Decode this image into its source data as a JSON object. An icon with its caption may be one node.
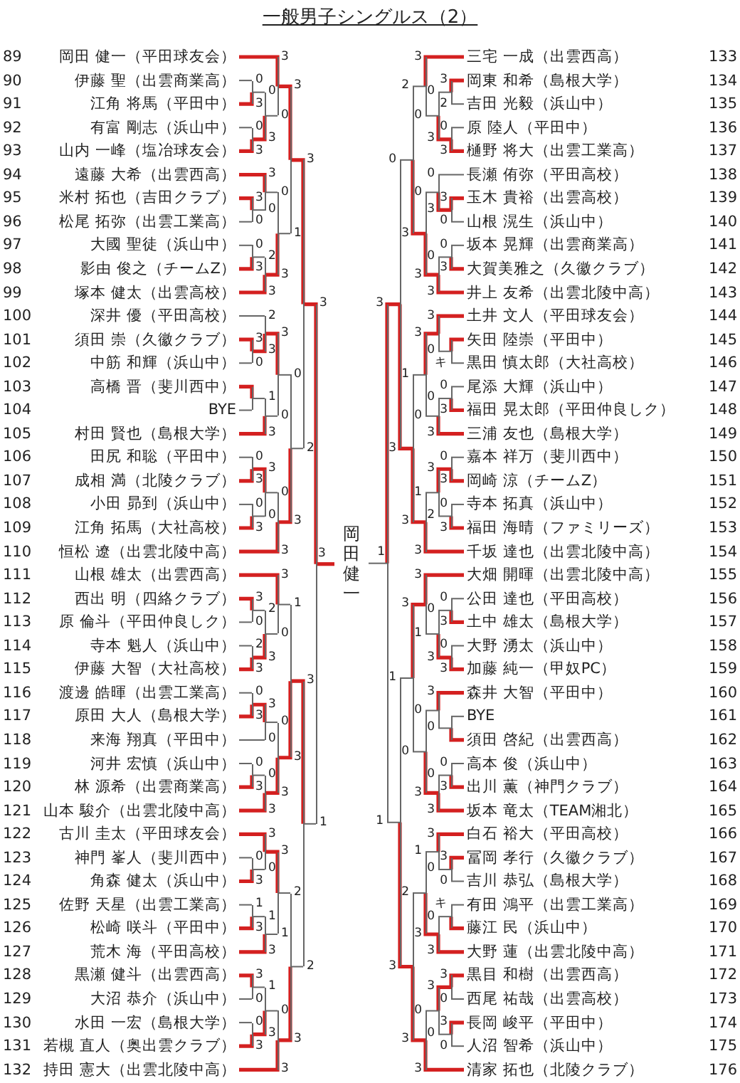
{
  "diagram": {
    "title": "一般男子シングルス（2）",
    "nodes": [
      {
        "text": [
          "89",
          "岡田 健一（平田球友会）"
        ]
      },
      {
        "text": [
          "90",
          "伊藤 聖（出雲商業高）"
        ]
      },
      {
        "text": [
          "91",
          "江角 将馬（平田中）"
        ]
      },
      {
        "text": [
          "92",
          "有富 剛志（浜山中）"
        ]
      },
      {
        "text": [
          "93",
          "山内 一峰（塩冶球友会）"
        ]
      },
      {
        "text": [
          "94",
          "遠藤 大希（出雲西高）"
        ]
      },
      {
        "text": [
          "95",
          "米村 拓也（吉田クラブ）"
        ]
      },
      {
        "text": [
          "96",
          "松尾 拓弥（出雲工業高）"
        ]
      },
      {
        "text": [
          "97",
          "大國 聖徒（浜山中）"
        ]
      },
      {
        "text": [
          "98",
          "影由 俊之（チームZ）"
        ]
      },
      {
        "text": [
          "99",
          "塚本 健太（出雲高校）"
        ]
      },
      {
        "text": [
          "100",
          "深井 優（平田高校）"
        ]
      },
      {
        "text": [
          "101",
          "須田 崇（久徽クラブ）"
        ]
      },
      {
        "text": [
          "102",
          "中筋 和輝（浜山中）"
        ]
      },
      {
        "text": [
          "103",
          "高橋 晋（斐川西中）"
        ]
      },
      {
        "text": [
          "104",
          "BYE"
        ]
      },
      {
        "text": [
          "105",
          "村田 賢也（島根大学）"
        ]
      },
      {
        "text": [
          "106",
          "田尻 和聡（平田中）"
        ]
      },
      {
        "text": [
          "107",
          "成相 満（北陵クラブ）"
        ]
      },
      {
        "text": [
          "108",
          "小田 昴到（浜山中）"
        ]
      },
      {
        "text": [
          "109",
          "江角 拓馬（大社高校）"
        ]
      },
      {
        "text": [
          "110",
          "恒松 遼（出雲北陵中高）"
        ]
      },
      {
        "text": [
          "111",
          "山根 雄太（出雲西高）"
        ]
      },
      {
        "text": [
          "112",
          "西出 明（四絡クラブ）"
        ]
      },
      {
        "text": [
          "113",
          "原 倫斗（平田仲良しク）"
        ]
      },
      {
        "text": [
          "114",
          "寺本 魁人（浜山中）"
        ]
      },
      {
        "text": [
          "115",
          "伊藤 大智（大社高校）"
        ]
      },
      {
        "text": [
          "116",
          "渡邊 皓暉（出雲工業高）"
        ]
      },
      {
        "text": [
          "117",
          "原田 大人（島根大学）"
        ]
      },
      {
        "text": [
          "118",
          "来海 翔真（平田中）"
        ]
      },
      {
        "text": [
          "119",
          "河井 宏慎（浜山中）"
        ]
      },
      {
        "text": [
          "120",
          "林 源希（出雲商業高）"
        ]
      },
      {
        "text": [
          "121",
          "山本 駿介（出雲北陵中高）"
        ]
      },
      {
        "text": [
          "122",
          "古川 圭太（平田球友会）"
        ]
      },
      {
        "text": [
          "123",
          "神門 峯人（斐川西中）"
        ]
      },
      {
        "text": [
          "124",
          "角森 健太（浜山中）"
        ]
      },
      {
        "text": [
          "125",
          "佐野 天星（出雲工業高）"
        ]
      },
      {
        "text": [
          "126",
          "松崎 咲斗（平田中）"
        ]
      },
      {
        "text": [
          "127",
          "荒木 海（平田高校）"
        ]
      },
      {
        "text": [
          "128",
          "黒瀬 健斗（出雲西高）"
        ]
      },
      {
        "text": [
          "129",
          "大沼 恭介（浜山中）"
        ]
      },
      {
        "text": [
          "130",
          "水田 一宏（島根大学）"
        ]
      },
      {
        "text": [
          "131",
          "若槻 直人（奥出雲クラブ）"
        ]
      },
      {
        "text": [
          "132",
          "持田 憲大（出雲北陵中高）"
        ]
      },
      {
        "text": [
          "三宅 一成（出雲西高）",
          "133"
        ]
      },
      {
        "text": [
          "岡東 和希（島根大学）",
          "134"
        ]
      },
      {
        "text": [
          "吉田 光毅（浜山中）",
          "135"
        ]
      },
      {
        "text": [
          "原 陸人（平田中）",
          "136"
        ]
      },
      {
        "text": [
          "樋野 将大（出雲工業高）",
          "137"
        ]
      },
      {
        "text": [
          "長瀬 侑弥（平田高校）",
          "138"
        ]
      },
      {
        "text": [
          "玉木 貴裕（出雲高校）",
          "139"
        ]
      },
      {
        "text": [
          "山根 滉生（浜山中）",
          "140"
        ]
      },
      {
        "text": [
          "坂本 晃輝（出雲商業高）",
          "141"
        ]
      },
      {
        "text": [
          "大賀美雅之（久徽クラブ）",
          "142"
        ]
      },
      {
        "text": [
          "井上 友希（出雲北陵中高）",
          "143"
        ]
      },
      {
        "text": [
          "土井 文人（平田球友会）",
          "144"
        ]
      },
      {
        "text": [
          "矢田 陸崇（平田中）",
          "145"
        ]
      },
      {
        "text": [
          "黒田 慎太郎（大社高校）",
          "146"
        ]
      },
      {
        "text": [
          "尾添 大輝（浜山中）",
          "147"
        ]
      },
      {
        "text": [
          "福田 晃太郎（平田仲良しク）",
          "148"
        ]
      },
      {
        "text": [
          "三浦 友也（島根大学）",
          "149"
        ]
      },
      {
        "text": [
          "嘉本 祥万（斐川西中）",
          "150"
        ]
      },
      {
        "text": [
          "岡崎 涼（チームZ）",
          "151"
        ]
      },
      {
        "text": [
          "寺本 拓真（浜山中）",
          "152"
        ]
      },
      {
        "text": [
          "福田 海晴（ファミリーズ）",
          "153"
        ]
      },
      {
        "text": [
          "千坂 達也（出雲北陵中高）",
          "154"
        ]
      },
      {
        "text": [
          "大畑 開暉（出雲北陵中高）",
          "155"
        ]
      },
      {
        "text": [
          "公田 達也（平田高校）",
          "156"
        ]
      },
      {
        "text": [
          "土中 雄太（島根大学）",
          "157"
        ]
      },
      {
        "text": [
          "大野 湧太（浜山中）",
          "158"
        ]
      },
      {
        "text": [
          "加藤 純一（甲奴PC）",
          "159"
        ]
      },
      {
        "text": [
          "森井 大智（平田中）",
          "160"
        ]
      },
      {
        "text": [
          "BYE",
          "161"
        ]
      },
      {
        "text": [
          "須田 啓紀（出雲西高）",
          "162"
        ]
      },
      {
        "text": [
          "高本 俊（浜山中）",
          "163"
        ]
      },
      {
        "text": [
          "出川 薫（神門クラブ）",
          "164"
        ]
      },
      {
        "text": [
          "坂本 竜太（TEAM湘北）",
          "165"
        ]
      },
      {
        "text": [
          "白石 裕大（平田高校）",
          "166"
        ]
      },
      {
        "text": [
          "冨岡 孝行（久徽クラブ）",
          "167"
        ]
      },
      {
        "text": [
          "吉川 恭弘（島根大学）",
          "168"
        ]
      },
      {
        "text": [
          "有田 鴻平（出雲工業高）",
          "169"
        ]
      },
      {
        "text": [
          "藤江 民（浜山中）",
          "170"
        ]
      },
      {
        "text": [
          "大野 蓮（出雲北陵中高）",
          "171"
        ]
      },
      {
        "text": [
          "黒目 和樹（出雲西高）",
          "172"
        ]
      },
      {
        "text": [
          "西尾 祐哉（出雲高校）",
          "173"
        ]
      },
      {
        "text": [
          "長岡 峻平（平田中）",
          "174"
        ]
      },
      {
        "text": [
          "人沼 智希（浜山中）",
          "175"
        ]
      },
      {
        "text": [
          "清家 拓也（北陵クラブ）",
          "176"
        ]
      },
      {
        "text": [
          "岡田健一"
        ]
      },
      {
        "text": [],
        "shape": "bar"
      },
      {
        "text": [],
        "shape": "bar"
      },
      {
        "text": [],
        "shape": "bar"
      },
      {
        "text": [],
        "shape": "bar"
      },
      {
        "text": [],
        "shape": "bar"
      },
      {
        "text": [],
        "shape": "bar"
      },
      {
        "text": [],
        "shape": "bar"
      },
      {
        "text": [],
        "shape": "bar"
      },
      {
        "text": [],
        "shape": "bar"
      },
      {
        "text": [],
        "shape": "bar"
      },
      {
        "text": [],
        "shape": "bar"
      },
      {
        "text": [],
        "shape": "bar"
      },
      {
        "text": [],
        "shape": "bar"
      },
      {
        "text": [],
        "shape": "bar"
      },
      {
        "text": [],
        "shape": "bar"
      },
      {
        "text": [],
        "shape": "bar"
      },
      {
        "text": [],
        "shape": "bar"
      },
      {
        "text": [],
        "shape": "bar"
      },
      {
        "text": [],
        "shape": "bar"
      },
      {
        "text": [],
        "shape": "bar"
      },
      {
        "text": [],
        "shape": "bar"
      },
      {
        "text": [],
        "shape": "bar"
      },
      {
        "text": [],
        "shape": "bar"
      },
      {
        "text": [],
        "shape": "bar"
      },
      {
        "text": [],
        "shape": "bar"
      },
      {
        "text": [],
        "shape": "bar"
      },
      {
        "text": [],
        "shape": "bar"
      },
      {
        "text": [],
        "shape": "bar"
      },
      {
        "text": [],
        "shape": "bar"
      },
      {
        "text": [],
        "shape": "bar"
      },
      {
        "text": [],
        "shape": "bar"
      },
      {
        "text": [],
        "shape": "bar"
      },
      {
        "text": [],
        "shape": "bar"
      },
      {
        "text": [],
        "shape": "bar"
      },
      {
        "text": [],
        "shape": "bar"
      },
      {
        "text": [],
        "shape": "bar"
      },
      {
        "text": [],
        "shape": "bar"
      },
      {
        "text": [],
        "shape": "bar"
      },
      {
        "text": [],
        "shape": "bar"
      },
      {
        "text": [],
        "shape": "bar"
      },
      {
        "text": [],
        "shape": "bar"
      },
      {
        "text": [],
        "shape": "bar"
      },
      {
        "text": [],
        "shape": "bar"
      },
      {
        "text": [],
        "shape": "bar"
      },
      {
        "text": [],
        "shape": "bar"
      },
      {
        "text": [],
        "shape": "bar"
      },
      {
        "text": [],
        "shape": "bar"
      },
      {
        "text": [],
        "shape": "bar"
      },
      {
        "text": [],
        "shape": "bar"
      },
      {
        "text": [],
        "shape": "bar"
      },
      {
        "text": [],
        "shape": "bar"
      },
      {
        "text": [],
        "shape": "bar"
      },
      {
        "text": [],
        "shape": "bar"
      },
      {
        "text": [],
        "shape": "bar"
      },
      {
        "text": [],
        "shape": "bar"
      },
      {
        "text": [],
        "shape": "bar"
      },
      {
        "text": [],
        "shape": "bar"
      },
      {
        "text": [],
        "shape": "bar"
      },
      {
        "text": [],
        "shape": "bar"
      },
      {
        "text": [],
        "shape": "bar"
      },
      {
        "text": [],
        "shape": "bar"
      },
      {
        "text": [],
        "shape": "bar"
      },
      {
        "text": [],
        "shape": "bar"
      },
      {
        "text": [],
        "shape": "bar"
      },
      {
        "text": [],
        "shape": "bar"
      },
      {
        "text": [],
        "shape": "bar"
      },
      {
        "text": [],
        "shape": "bar"
      },
      {
        "text": [],
        "shape": "bar"
      },
      {
        "text": [],
        "shape": "bar"
      },
      {
        "text": [],
        "shape": "bar"
      },
      {
        "text": [],
        "shape": "bar"
      },
      {
        "text": [],
        "shape": "bar"
      },
      {
        "text": [],
        "shape": "bar"
      },
      {
        "text": [],
        "shape": "bar"
      },
      {
        "text": [],
        "shape": "bar"
      },
      {
        "text": [],
        "shape": "bar"
      },
      {
        "text": [],
        "shape": "bar"
      },
      {
        "text": [],
        "shape": "bar"
      },
      {
        "text": [],
        "shape": "bar"
      },
      {
        "text": [],
        "shape": "bar"
      },
      {
        "text": [],
        "shape": "bar"
      },
      {
        "text": [],
        "shape": "bar"
      },
      {
        "text": [],
        "shape": "bar"
      },
      {
        "text": [],
        "shape": "bar"
      },
      {
        "text": [],
        "shape": "bar"
      },
      {
        "text": [],
        "shape": "bar"
      }
    ],
    "edges": [
      {
        "from": 1,
        "to": 89,
        "arrow": "none",
        "label": "0"
      },
      {
        "from": 2,
        "to": 89,
        "arrow": "none",
        "label": "3",
        "style": "thick",
        "color": "#d42020"
      },
      {
        "from": 3,
        "to": 90,
        "arrow": "none",
        "label": "0"
      },
      {
        "from": 4,
        "to": 90,
        "arrow": "none",
        "label": "3",
        "style": "thick",
        "color": "#d42020"
      },
      {
        "from": 89,
        "to": 91,
        "arrow": "none",
        "label": "0"
      },
      {
        "from": 90,
        "to": 91,
        "arrow": "none",
        "label": "3",
        "style": "thick",
        "color": "#d42020"
      },
      {
        "from": 0,
        "to": 92,
        "arrow": "none",
        "label": "3",
        "style": "thick",
        "color": "#d42020"
      },
      {
        "from": 91,
        "to": 92,
        "arrow": "none",
        "label": "0"
      },
      {
        "from": 6,
        "to": 93,
        "arrow": "none",
        "label": "3",
        "style": "thick",
        "color": "#d42020"
      },
      {
        "from": 7,
        "to": 93,
        "arrow": "none",
        "label": "0"
      },
      {
        "from": 5,
        "to": 94,
        "arrow": "none",
        "label": "3",
        "style": "thick",
        "color": "#d42020"
      },
      {
        "from": 93,
        "to": 94,
        "arrow": "none",
        "label": "0"
      },
      {
        "from": 8,
        "to": 95,
        "arrow": "none",
        "label": "0"
      },
      {
        "from": 9,
        "to": 95,
        "arrow": "none",
        "label": "3",
        "style": "thick",
        "color": "#d42020"
      },
      {
        "from": 95,
        "to": 96,
        "arrow": "none",
        "label": "2"
      },
      {
        "from": 10,
        "to": 96,
        "arrow": "none",
        "label": "3",
        "style": "thick",
        "color": "#d42020"
      },
      {
        "from": 94,
        "to": 97,
        "arrow": "none",
        "label": "0"
      },
      {
        "from": 96,
        "to": 97,
        "arrow": "none",
        "label": "3",
        "style": "thick",
        "color": "#d42020"
      },
      {
        "from": 92,
        "to": 98,
        "arrow": "none",
        "label": "3",
        "style": "thick",
        "color": "#d42020"
      },
      {
        "from": 97,
        "to": 98,
        "arrow": "none",
        "label": "1"
      },
      {
        "from": 12,
        "to": 99,
        "arrow": "none",
        "label": "3",
        "style": "thick",
        "color": "#d42020"
      },
      {
        "from": 13,
        "to": 99,
        "arrow": "none",
        "label": "0"
      },
      {
        "from": 11,
        "to": 100,
        "arrow": "none",
        "label": "2"
      },
      {
        "from": 99,
        "to": 100,
        "arrow": "none",
        "label": "3",
        "style": "thick",
        "color": "#d42020"
      },
      {
        "from": 14,
        "to": 101,
        "arrow": "none",
        "style": "thick",
        "color": "#d42020"
      },
      {
        "from": 15,
        "to": 101,
        "arrow": "none"
      },
      {
        "from": 101,
        "to": 102,
        "arrow": "none",
        "label": "1"
      },
      {
        "from": 16,
        "to": 102,
        "arrow": "none",
        "label": "3",
        "style": "thick",
        "color": "#d42020"
      },
      {
        "from": 100,
        "to": 103,
        "arrow": "none",
        "label": "3",
        "style": "thick",
        "color": "#d42020"
      },
      {
        "from": 102,
        "to": 103,
        "arrow": "none",
        "label": "0"
      },
      {
        "from": 17,
        "to": 104,
        "arrow": "none",
        "label": "0"
      },
      {
        "from": 18,
        "to": 104,
        "arrow": "none",
        "label": "3",
        "style": "thick",
        "color": "#d42020"
      },
      {
        "from": 19,
        "to": 105,
        "arrow": "none",
        "label": "0"
      },
      {
        "from": 20,
        "to": 105,
        "arrow": "none",
        "label": "3",
        "style": "thick",
        "color": "#d42020"
      },
      {
        "from": 104,
        "to": 106,
        "arrow": "none",
        "label": "3",
        "style": "thick",
        "color": "#d42020"
      },
      {
        "from": 105,
        "to": 106,
        "arrow": "none",
        "label": "0"
      },
      {
        "from": 106,
        "to": 107,
        "arrow": "none",
        "label": "0"
      },
      {
        "from": 21,
        "to": 107,
        "arrow": "none",
        "label": "3",
        "style": "thick",
        "color": "#d42020"
      },
      {
        "from": 103,
        "to": 108,
        "arrow": "none",
        "label": "0"
      },
      {
        "from": 107,
        "to": 108,
        "arrow": "none",
        "label": "3",
        "style": "thick",
        "color": "#d42020"
      },
      {
        "from": 98,
        "to": 109,
        "arrow": "none",
        "label": "3",
        "style": "thick",
        "color": "#d42020"
      },
      {
        "from": 108,
        "to": 109,
        "arrow": "none",
        "label": "2"
      },
      {
        "from": 23,
        "to": 110,
        "arrow": "none",
        "label": "3",
        "style": "thick",
        "color": "#d42020"
      },
      {
        "from": 24,
        "to": 110,
        "arrow": "none",
        "label": "0"
      },
      {
        "from": 25,
        "to": 111,
        "arrow": "none",
        "label": "2"
      },
      {
        "from": 26,
        "to": 111,
        "arrow": "none",
        "label": "3",
        "style": "thick",
        "color": "#d42020"
      },
      {
        "from": 110,
        "to": 112,
        "arrow": "none",
        "label": "2"
      },
      {
        "from": 111,
        "to": 112,
        "arrow": "none",
        "label": "3",
        "style": "thick",
        "color": "#d42020"
      },
      {
        "from": 22,
        "to": 113,
        "arrow": "none",
        "label": "3",
        "style": "thick",
        "color": "#d42020"
      },
      {
        "from": 112,
        "to": 113,
        "arrow": "none",
        "label": "0"
      },
      {
        "from": 27,
        "to": 114,
        "arrow": "none",
        "label": "0"
      },
      {
        "from": 28,
        "to": 114,
        "arrow": "none",
        "label": "3",
        "style": "thick",
        "color": "#d42020"
      },
      {
        "from": 114,
        "to": 115,
        "arrow": "none",
        "label": "3",
        "style": "thick",
        "color": "#d42020"
      },
      {
        "from": 29,
        "to": 115,
        "arrow": "none",
        "label": "0"
      },
      {
        "from": 30,
        "to": 116,
        "arrow": "none",
        "label": "0"
      },
      {
        "from": 31,
        "to": 116,
        "arrow": "none",
        "label": "3",
        "style": "thick",
        "color": "#d42020"
      },
      {
        "from": 116,
        "to": 117,
        "arrow": "none",
        "label": "0"
      },
      {
        "from": 32,
        "to": 117,
        "arrow": "none",
        "label": "3",
        "style": "thick",
        "color": "#d42020"
      },
      {
        "from": 115,
        "to": 118,
        "arrow": "none",
        "label": "0"
      },
      {
        "from": 117,
        "to": 118,
        "arrow": "none",
        "label": "3",
        "style": "thick",
        "color": "#d42020"
      },
      {
        "from": 113,
        "to": 119,
        "arrow": "none",
        "label": "1"
      },
      {
        "from": 118,
        "to": 119,
        "arrow": "none",
        "label": "3",
        "style": "thick",
        "color": "#d42020"
      },
      {
        "from": 34,
        "to": 120,
        "arrow": "none",
        "label": "0"
      },
      {
        "from": 35,
        "to": 120,
        "arrow": "none",
        "label": "3",
        "style": "thick",
        "color": "#d42020"
      },
      {
        "from": 33,
        "to": 121,
        "arrow": "none",
        "label": "3",
        "style": "thick",
        "color": "#d42020"
      },
      {
        "from": 120,
        "to": 121,
        "arrow": "none",
        "label": "0"
      },
      {
        "from": 36,
        "to": 122,
        "arrow": "none",
        "label": "1"
      },
      {
        "from": 37,
        "to": 122,
        "arrow": "none",
        "label": "3",
        "style": "thick",
        "color": "#d42020"
      },
      {
        "from": 122,
        "to": 123,
        "arrow": "none",
        "label": "1"
      },
      {
        "from": 38,
        "to": 123,
        "arrow": "none",
        "label": "3",
        "style": "thick",
        "color": "#d42020"
      },
      {
        "from": 121,
        "to": 124,
        "arrow": "none",
        "label": "3",
        "style": "thick",
        "color": "#d42020"
      },
      {
        "from": 123,
        "to": 124,
        "arrow": "none",
        "label": "1"
      },
      {
        "from": 39,
        "to": 125,
        "arrow": "none",
        "label": "3",
        "style": "thick",
        "color": "#d42020"
      },
      {
        "from": 40,
        "to": 125,
        "arrow": "none",
        "label": "0"
      },
      {
        "from": 41,
        "to": 126,
        "arrow": "none",
        "label": "0"
      },
      {
        "from": 42,
        "to": 126,
        "arrow": "none",
        "label": "3",
        "style": "thick",
        "color": "#d42020"
      },
      {
        "from": 125,
        "to": 127,
        "arrow": "none",
        "label": "1"
      },
      {
        "from": 126,
        "to": 127,
        "arrow": "none",
        "label": "3",
        "style": "thick",
        "color": "#d42020"
      },
      {
        "from": 127,
        "to": 128,
        "arrow": "none",
        "label": "0"
      },
      {
        "from": 43,
        "to": 128,
        "arrow": "none",
        "label": "3",
        "style": "thick",
        "color": "#d42020"
      },
      {
        "from": 124,
        "to": 129,
        "arrow": "none",
        "label": "2"
      },
      {
        "from": 128,
        "to": 129,
        "arrow": "none",
        "label": "3",
        "style": "thick",
        "color": "#d42020"
      },
      {
        "from": 119,
        "to": 130,
        "arrow": "none",
        "label": "3",
        "style": "thick",
        "color": "#d42020"
      },
      {
        "from": 129,
        "to": 130,
        "arrow": "none",
        "label": "2"
      },
      {
        "from": 109,
        "to": 131,
        "arrow": "none",
        "label": "3",
        "style": "thick",
        "color": "#d42020"
      },
      {
        "from": 130,
        "to": 131,
        "arrow": "none",
        "label": "1"
      },
      {
        "from": 45,
        "to": 132,
        "arrow": "none",
        "label": "3",
        "style": "thick",
        "color": "#d42020"
      },
      {
        "from": 46,
        "to": 132,
        "arrow": "none",
        "label": "2"
      },
      {
        "from": 47,
        "to": 133,
        "arrow": "none",
        "label": "0"
      },
      {
        "from": 48,
        "to": 133,
        "arrow": "none",
        "label": "3",
        "style": "thick",
        "color": "#d42020"
      },
      {
        "from": 132,
        "to": 134,
        "arrow": "none",
        "label": "0"
      },
      {
        "from": 133,
        "to": 134,
        "arrow": "none",
        "label": "3",
        "style": "thick",
        "color": "#d42020"
      },
      {
        "from": 44,
        "to": 135,
        "arrow": "none",
        "label": "3",
        "style": "thick",
        "color": "#d42020"
      },
      {
        "from": 134,
        "to": 135,
        "arrow": "none",
        "label": "0"
      },
      {
        "from": 50,
        "to": 136,
        "arrow": "none",
        "label": "3",
        "style": "thick",
        "color": "#d42020"
      },
      {
        "from": 51,
        "to": 136,
        "arrow": "none",
        "label": "0"
      },
      {
        "from": 49,
        "to": 137,
        "arrow": "none",
        "label": "0"
      },
      {
        "from": 136,
        "to": 137,
        "arrow": "none",
        "label": "3",
        "style": "thick",
        "color": "#d42020"
      },
      {
        "from": 52,
        "to": 138,
        "arrow": "none",
        "label": "0"
      },
      {
        "from": 53,
        "to": 138,
        "arrow": "none",
        "label": "3",
        "style": "thick",
        "color": "#d42020"
      },
      {
        "from": 138,
        "to": 139,
        "arrow": "none",
        "label": "0"
      },
      {
        "from": 54,
        "to": 139,
        "arrow": "none",
        "label": "3",
        "style": "thick",
        "color": "#d42020"
      },
      {
        "from": 137,
        "to": 140,
        "arrow": "none",
        "label": "0"
      },
      {
        "from": 139,
        "to": 140,
        "arrow": "none",
        "label": "3",
        "style": "thick",
        "color": "#d42020"
      },
      {
        "from": 135,
        "to": 141,
        "arrow": "none",
        "label": "2"
      },
      {
        "from": 140,
        "to": 141,
        "arrow": "none",
        "label": "3",
        "style": "thick",
        "color": "#d42020"
      },
      {
        "from": 56,
        "to": 142,
        "arrow": "none",
        "style": "thick",
        "color": "#d42020"
      },
      {
        "from": 57,
        "to": 142,
        "arrow": "none",
        "label": "キ"
      },
      {
        "from": 55,
        "to": 143,
        "arrow": "none",
        "label": "3",
        "style": "thick",
        "color": "#d42020"
      },
      {
        "from": 142,
        "to": 143,
        "arrow": "none",
        "label": "0"
      },
      {
        "from": 58,
        "to": 144,
        "arrow": "none",
        "label": "0"
      },
      {
        "from": 59,
        "to": 144,
        "arrow": "none",
        "label": "3",
        "style": "thick",
        "color": "#d42020"
      },
      {
        "from": 144,
        "to": 145,
        "arrow": "none",
        "label": "0"
      },
      {
        "from": 60,
        "to": 145,
        "arrow": "none",
        "label": "3",
        "style": "thick",
        "color": "#d42020"
      },
      {
        "from": 143,
        "to": 146,
        "arrow": "none",
        "label": "3",
        "style": "thick",
        "color": "#d42020"
      },
      {
        "from": 145,
        "to": 146,
        "arrow": "none",
        "label": "0"
      },
      {
        "from": 61,
        "to": 147,
        "arrow": "none",
        "label": "0"
      },
      {
        "from": 62,
        "to": 147,
        "arrow": "none",
        "label": "3",
        "style": "thick",
        "color": "#d42020"
      },
      {
        "from": 63,
        "to": 148,
        "arrow": "none",
        "label": "0"
      },
      {
        "from": 64,
        "to": 148,
        "arrow": "none",
        "label": "3",
        "style": "thick",
        "color": "#d42020"
      },
      {
        "from": 147,
        "to": 149,
        "arrow": "none",
        "label": "3",
        "style": "thick",
        "color": "#d42020"
      },
      {
        "from": 148,
        "to": 149,
        "arrow": "none",
        "label": "2"
      },
      {
        "from": 149,
        "to": 150,
        "arrow": "none",
        "label": "1"
      },
      {
        "from": 65,
        "to": 150,
        "arrow": "none",
        "label": "3",
        "style": "thick",
        "color": "#d42020"
      },
      {
        "from": 146,
        "to": 151,
        "arrow": "none",
        "label": "1"
      },
      {
        "from": 150,
        "to": 151,
        "arrow": "none",
        "label": "3",
        "style": "thick",
        "color": "#d42020"
      },
      {
        "from": 141,
        "to": 152,
        "arrow": "none",
        "label": "0"
      },
      {
        "from": 151,
        "to": 152,
        "arrow": "none",
        "label": "3",
        "style": "thick",
        "color": "#d42020"
      },
      {
        "from": 67,
        "to": 153,
        "arrow": "none",
        "label": "0"
      },
      {
        "from": 68,
        "to": 153,
        "arrow": "none",
        "label": "3",
        "style": "thick",
        "color": "#d42020"
      },
      {
        "from": 69,
        "to": 154,
        "arrow": "none",
        "label": "0"
      },
      {
        "from": 70,
        "to": 154,
        "arrow": "none",
        "label": "3",
        "style": "thick",
        "color": "#d42020"
      },
      {
        "from": 153,
        "to": 155,
        "arrow": "none",
        "label": "0"
      },
      {
        "from": 154,
        "to": 155,
        "arrow": "none",
        "label": "3",
        "style": "thick",
        "color": "#d42020"
      },
      {
        "from": 66,
        "to": 156,
        "arrow": "none",
        "label": "3",
        "style": "thick",
        "color": "#d42020"
      },
      {
        "from": 155,
        "to": 156,
        "arrow": "none",
        "label": "1"
      },
      {
        "from": 72,
        "to": 157,
        "arrow": "none"
      },
      {
        "from": 73,
        "to": 157,
        "arrow": "none",
        "style": "thick",
        "color": "#d42020"
      },
      {
        "from": 71,
        "to": 158,
        "arrow": "none",
        "label": "3",
        "style": "thick",
        "color": "#d42020"
      },
      {
        "from": 157,
        "to": 158,
        "arrow": "none",
        "label": "0"
      },
      {
        "from": 74,
        "to": 159,
        "arrow": "none",
        "label": "0"
      },
      {
        "from": 75,
        "to": 159,
        "arrow": "none",
        "label": "3",
        "style": "thick",
        "color": "#d42020"
      },
      {
        "from": 159,
        "to": 160,
        "arrow": "none",
        "label": "0"
      },
      {
        "from": 76,
        "to": 160,
        "arrow": "none",
        "label": "3",
        "style": "thick",
        "color": "#d42020"
      },
      {
        "from": 158,
        "to": 161,
        "arrow": "none",
        "label": "0"
      },
      {
        "from": 160,
        "to": 161,
        "arrow": "none",
        "label": "3",
        "style": "thick",
        "color": "#d42020"
      },
      {
        "from": 156,
        "to": 162,
        "arrow": "none",
        "label": "3",
        "style": "thick",
        "color": "#d42020"
      },
      {
        "from": 161,
        "to": 162,
        "arrow": "none",
        "label": "0"
      },
      {
        "from": 78,
        "to": 163,
        "arrow": "none",
        "label": "3",
        "style": "thick",
        "color": "#d42020"
      },
      {
        "from": 79,
        "to": 163,
        "arrow": "none",
        "label": "0"
      },
      {
        "from": 77,
        "to": 164,
        "arrow": "none",
        "label": "3",
        "style": "thick",
        "color": "#d42020"
      },
      {
        "from": 163,
        "to": 164,
        "arrow": "none",
        "label": "0"
      },
      {
        "from": 80,
        "to": 165,
        "arrow": "none",
        "label": "キ"
      },
      {
        "from": 81,
        "to": 165,
        "arrow": "none",
        "style": "thick",
        "color": "#d42020"
      },
      {
        "from": 165,
        "to": 166,
        "arrow": "none",
        "label": "0"
      },
      {
        "from": 82,
        "to": 166,
        "arrow": "none",
        "label": "3",
        "style": "thick",
        "color": "#d42020"
      },
      {
        "from": 164,
        "to": 167,
        "arrow": "none",
        "label": "1"
      },
      {
        "from": 166,
        "to": 167,
        "arrow": "none",
        "label": "3",
        "style": "thick",
        "color": "#d42020"
      },
      {
        "from": 83,
        "to": 168,
        "arrow": "none",
        "label": "3",
        "style": "thick",
        "color": "#d42020"
      },
      {
        "from": 84,
        "to": 168,
        "arrow": "none",
        "label": "0"
      },
      {
        "from": 85,
        "to": 169,
        "arrow": "none",
        "label": "3",
        "style": "thick",
        "color": "#d42020"
      },
      {
        "from": 86,
        "to": 169,
        "arrow": "none",
        "label": "0"
      },
      {
        "from": 168,
        "to": 170,
        "arrow": "none",
        "label": "3",
        "style": "thick",
        "color": "#d42020"
      },
      {
        "from": 169,
        "to": 170,
        "arrow": "none",
        "label": "0"
      },
      {
        "from": 170,
        "to": 171,
        "arrow": "none",
        "label": "0"
      },
      {
        "from": 87,
        "to": 171,
        "arrow": "none",
        "label": "3",
        "style": "thick",
        "color": "#d42020"
      },
      {
        "from": 167,
        "to": 172,
        "arrow": "none",
        "label": "2"
      },
      {
        "from": 171,
        "to": 172,
        "arrow": "none",
        "label": "3",
        "style": "thick",
        "color": "#d42020"
      },
      {
        "from": 162,
        "to": 173,
        "arrow": "none",
        "label": "1"
      },
      {
        "from": 172,
        "to": 173,
        "arrow": "none",
        "label": "3",
        "style": "thick",
        "color": "#d42020"
      },
      {
        "from": 152,
        "to": 174,
        "arrow": "none",
        "label": "3",
        "style": "thick",
        "color": "#d42020"
      },
      {
        "from": 173,
        "to": 174,
        "arrow": "none",
        "label": "1"
      },
      {
        "from": 131,
        "to": 88,
        "arrow": "none",
        "label": "3",
        "style": "thick",
        "color": "#d42020"
      },
      {
        "from": 174,
        "to": 88,
        "arrow": "none",
        "label": "1"
      }
    ]
  }
}
